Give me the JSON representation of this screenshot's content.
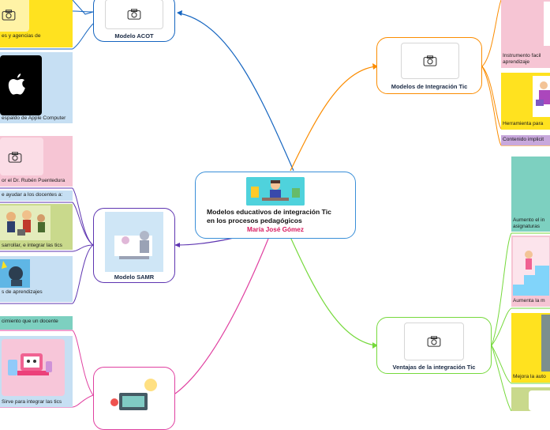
{
  "central": {
    "title_line1": "Modelos educativos de integración Tic",
    "title_line2": "en los procesos pedagógicos",
    "author": "María José Gómez"
  },
  "topics": {
    "acot": {
      "label": "Modelo ACOT"
    },
    "samr": {
      "label": "Modelo SAMR"
    },
    "integracion": {
      "label": "Modelos de Integración Tic"
    },
    "ventajas": {
      "label": "Ventajas de la integración Tic"
    }
  },
  "left_cards": {
    "acot_1": "es y agencias de",
    "acot_2": "espaldo de Apple Computer",
    "samr_1": "or el Dr. Rubén Puentedura",
    "samr_2": "e ayudar a los docentes a:",
    "samr_3": "sarrollar, e integrar las tics",
    "samr_4": "s de aprendizajes",
    "bottom_1": "cimiento que un docente",
    "bottom_2": "Sirve para integrar las tics"
  },
  "right_cards": {
    "int_1_line1": "Instrumento facil",
    "int_1_line2": "aprendizaje",
    "int_2": "Herramienta para",
    "int_3": "Contenido implicit",
    "ven_1_line1": "Aumento el in",
    "ven_1_line2": "asignaturas",
    "ven_2": "Aumenta la m",
    "ven_3": "Mejora la auto"
  },
  "colors": {
    "acot_branch": "#1565c0",
    "samr_branch": "#5e35b1",
    "integracion_branch": "#fb8c00",
    "ventajas_branch": "#76d93c",
    "bottom_branch": "#e040a0",
    "central_border": "#3a8fd8",
    "author": "#d81b60"
  },
  "icons": [
    "camera-icon",
    "apple-logo-icon",
    "teacher-illustration",
    "samr-illustration"
  ]
}
